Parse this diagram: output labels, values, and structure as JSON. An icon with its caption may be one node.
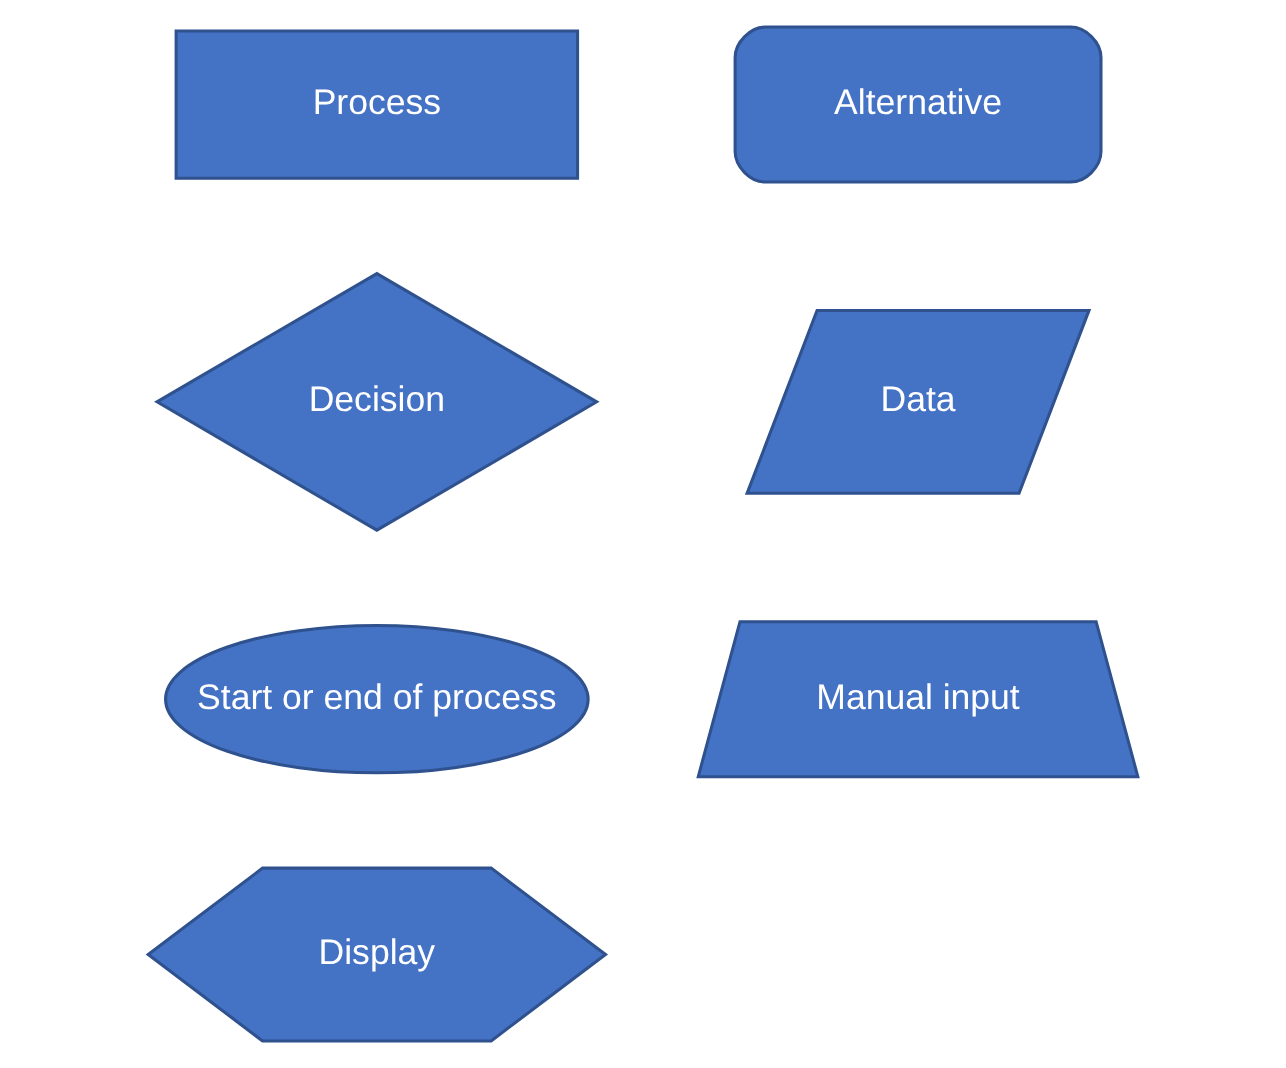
{
  "diagram": {
    "nodes": [
      {
        "text": [
          "Process"
        ]
      },
      {
        "text": [
          "Alternative"
        ]
      },
      {
        "text": [
          "Decision"
        ]
      },
      {
        "text": [
          "Data"
        ]
      },
      {
        "text": [
          "Start or end of process"
        ]
      },
      {
        "text": [
          "Manual input"
        ]
      },
      {
        "text": [
          "Display"
        ]
      }
    ],
    "edges": []
  }
}
